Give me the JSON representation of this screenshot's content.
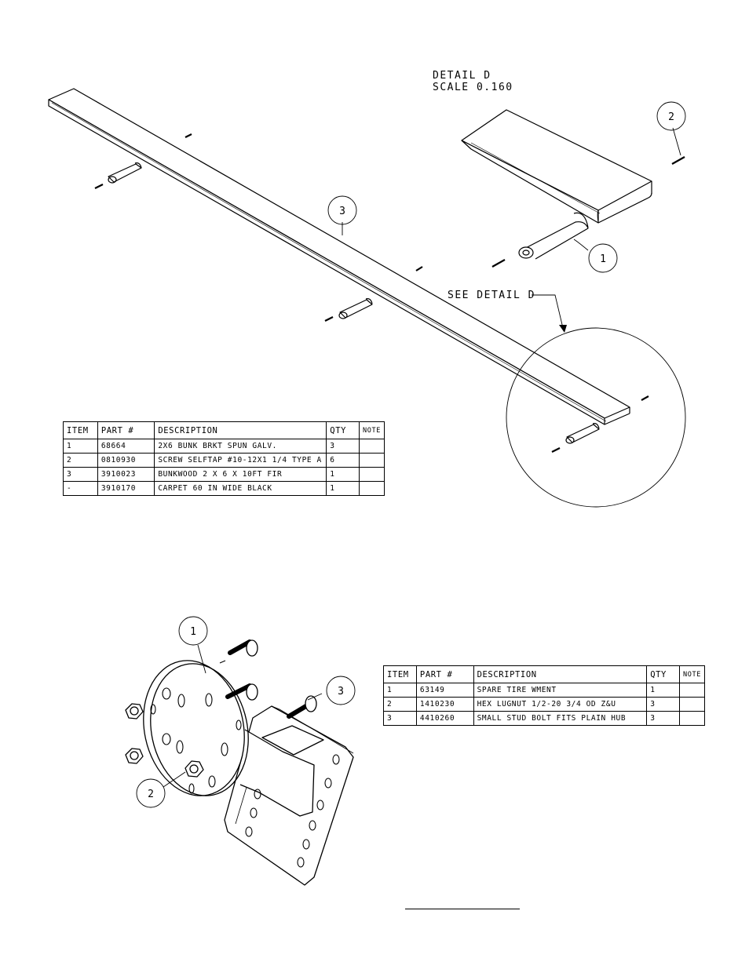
{
  "top_drawing": {
    "detail_title": "DETAIL  D",
    "detail_scale": "SCALE  0.160",
    "see_detail": "SEE DETAIL  D",
    "balloons": {
      "b1": "1",
      "b2": "2",
      "b3": "3"
    },
    "parts_list": {
      "headers": [
        "ITEM",
        "PART #",
        "DESCRIPTION",
        "QTY",
        "NOTE"
      ],
      "rows": [
        [
          "1",
          "68664",
          "2X6 BUNK BRKT SPUN GALV.",
          "3",
          ""
        ],
        [
          "2",
          "0810930",
          "SCREW SELFTAP #10-12X1 1/4 TYPE A",
          "6",
          ""
        ],
        [
          "3",
          "3910023",
          "BUNKWOOD   2 X 6 X 10FT FIR",
          "1",
          ""
        ],
        [
          "-",
          "3910170",
          "CARPET 60 IN WIDE BLACK",
          "1",
          ""
        ]
      ]
    }
  },
  "bottom_drawing": {
    "balloons": {
      "b1": "1",
      "b2": "2",
      "b3": "3"
    },
    "parts_list": {
      "headers": [
        "ITEM",
        "PART #",
        "DESCRIPTION",
        "QTY",
        "NOTE"
      ],
      "rows": [
        [
          "1",
          "63149",
          "SPARE TIRE WMENT",
          "1",
          ""
        ],
        [
          "2",
          "1410230",
          "HEX LUGNUT 1/2-20 3/4 OD Z&U",
          "3",
          ""
        ],
        [
          "3",
          "4410260",
          "SMALL STUD BOLT FITS PLAIN HUB",
          "3",
          ""
        ]
      ]
    }
  }
}
